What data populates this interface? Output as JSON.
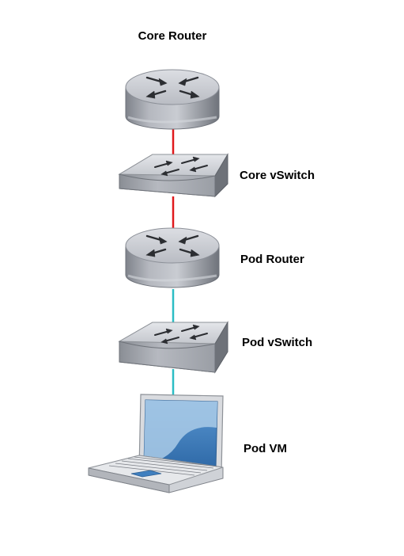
{
  "nodes": {
    "core_router": {
      "label": "Core Router"
    },
    "core_vswitch": {
      "label": "Core vSwitch"
    },
    "pod_router": {
      "label": "Pod Router"
    },
    "pod_vswitch": {
      "label": "Pod vSwitch"
    },
    "pod_vm": {
      "label": "Pod VM"
    }
  },
  "links": [
    {
      "from": "core_router",
      "to": "core_vswitch",
      "color": "#e0191c"
    },
    {
      "from": "core_vswitch",
      "to": "pod_router",
      "color": "#e0191c"
    },
    {
      "from": "pod_router",
      "to": "pod_vswitch",
      "color": "#2bbdc4"
    },
    {
      "from": "pod_vswitch",
      "to": "pod_vm",
      "color": "#2bbdc4"
    }
  ],
  "colors": {
    "device_body": "#a9adb5",
    "device_top": "#cdd0d6",
    "laptop_screen": "#3f7fbf"
  }
}
